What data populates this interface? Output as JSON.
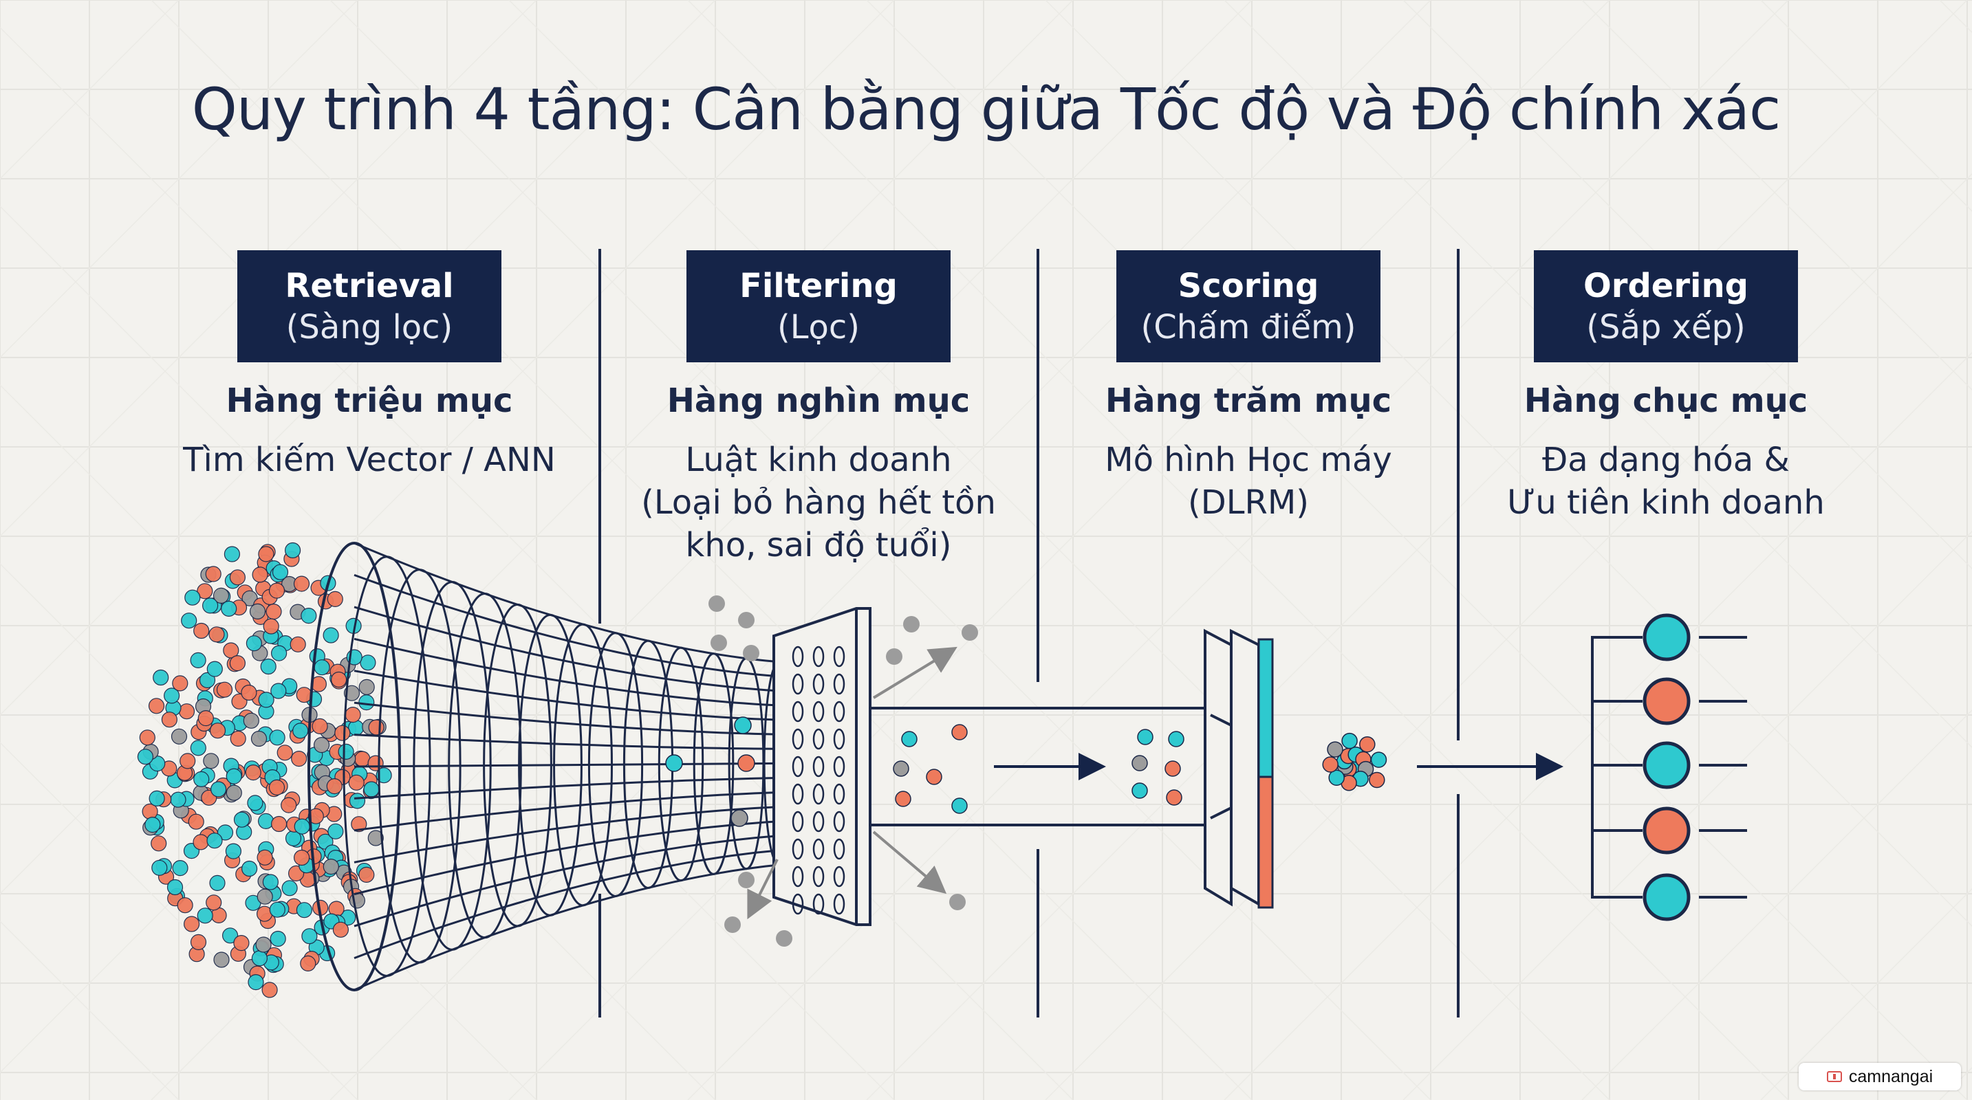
{
  "title": "Quy trình 4 tầng: Cân bằng giữa Tốc độ và Độ chính xác",
  "stages": [
    {
      "name": "Retrieval",
      "sub": "(Sàng lọc)",
      "count": "Hàng triệu mục",
      "desc": [
        "Tìm kiếm Vector / ANN"
      ]
    },
    {
      "name": "Filtering",
      "sub": "(Lọc)",
      "count": "Hàng nghìn mục",
      "desc": [
        "Luật kinh doanh",
        "(Loại bỏ hàng hết tồn",
        "kho, sai độ tuổi)"
      ]
    },
    {
      "name": "Scoring",
      "sub": "(Chấm điểm)",
      "count": "Hàng trăm mục",
      "desc": [
        "Mô hình Học máy",
        "(DLRM)"
      ]
    },
    {
      "name": "Ordering",
      "sub": "(Sắp xếp)",
      "count": "Hàng chục mục",
      "desc": [
        "Đa dạng hóa &",
        "Ưu tiên kinh doanh"
      ]
    }
  ],
  "ordered_items": [
    "teal",
    "coral",
    "teal",
    "coral",
    "teal"
  ],
  "colors": {
    "navy": "#152448",
    "teal": "#2ec9cf",
    "coral": "#ee7a5c",
    "gray": "#9c9c9c",
    "background": "#f3f2ee"
  },
  "watermark": "camnangai"
}
